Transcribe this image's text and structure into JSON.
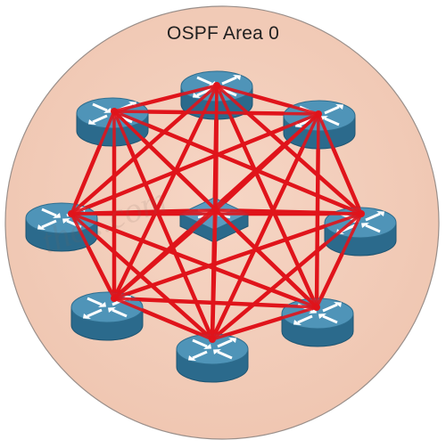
{
  "diagram": {
    "title": "OSPF Area 0",
    "watermark": "the...com",
    "colors": {
      "area_fill": "#f2ccb8",
      "area_stroke": "#9a8f8a",
      "link": "#e0141b",
      "router_top": "#4f94b8",
      "router_side": "#2b6a8c",
      "switch_top": "#5a9bc0"
    },
    "routers": [
      {
        "id": "r-top",
        "icon": "router-icon"
      },
      {
        "id": "r-top-right",
        "icon": "router-icon"
      },
      {
        "id": "r-right",
        "icon": "router-icon"
      },
      {
        "id": "r-bottom-right",
        "icon": "router-icon"
      },
      {
        "id": "r-bottom",
        "icon": "router-icon"
      },
      {
        "id": "r-bottom-left",
        "icon": "router-icon"
      },
      {
        "id": "r-left",
        "icon": "router-icon"
      },
      {
        "id": "r-top-left",
        "icon": "router-icon"
      }
    ],
    "center_device": {
      "id": "switch-center",
      "icon": "switch-icon"
    },
    "links": "full-mesh"
  }
}
